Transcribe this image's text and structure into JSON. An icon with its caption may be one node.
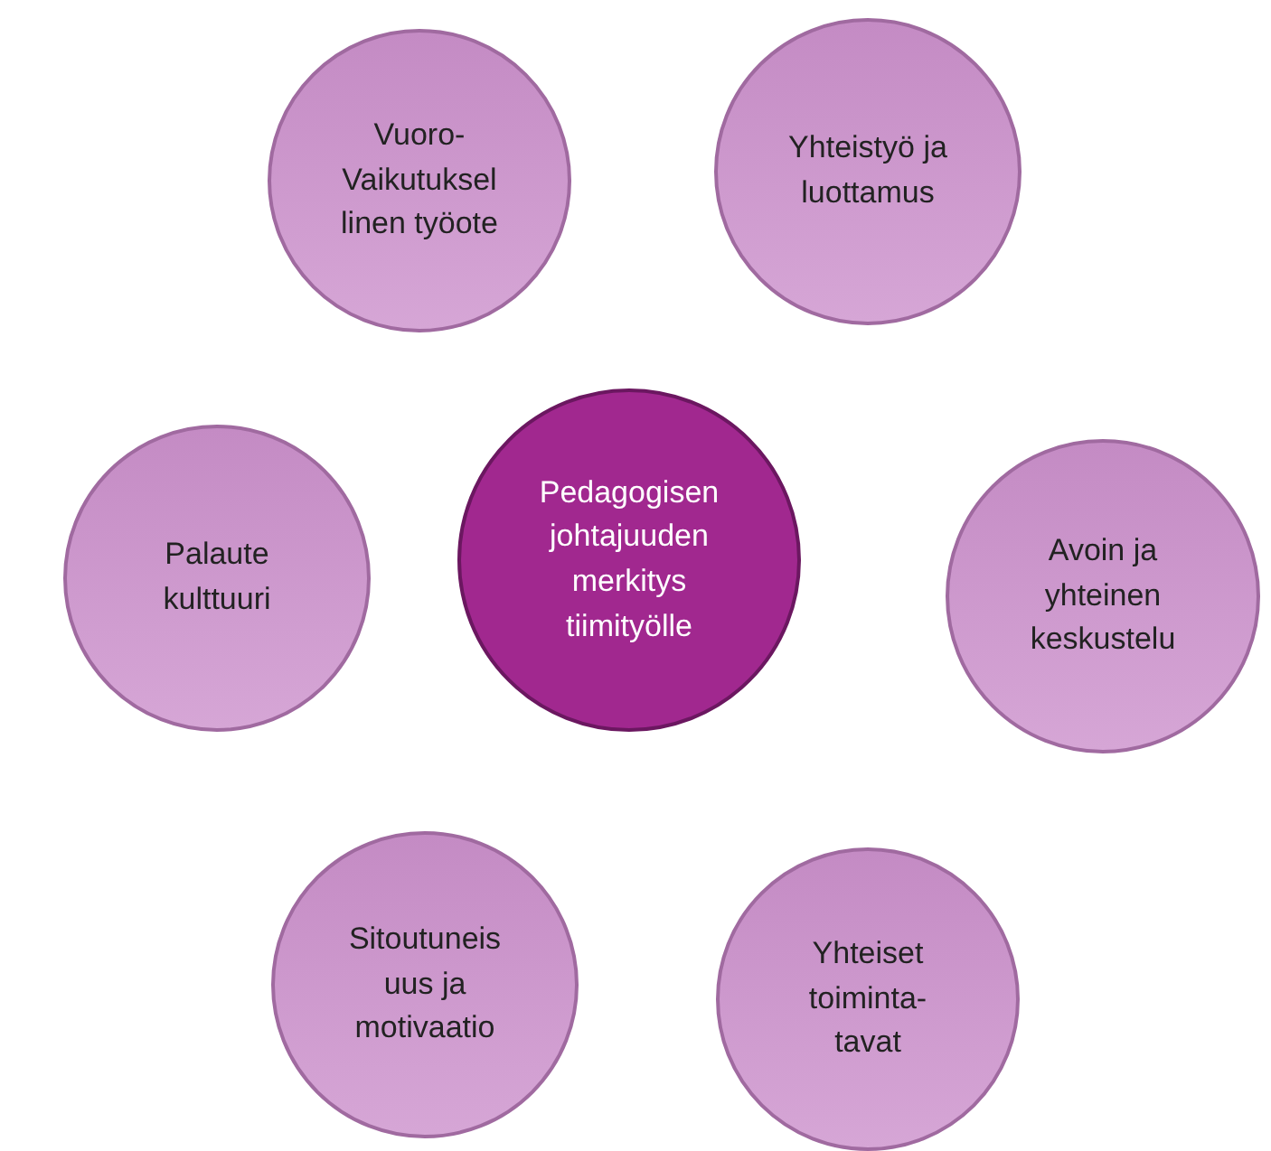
{
  "diagram": {
    "nodes": [
      {
        "text": [
          "Vuoro- Vaikutuksel linen työote"
        ]
      },
      {
        "text": [
          "Yhteistyö ja luottamus"
        ]
      },
      {
        "text": [
          "Palaute kulttuuri"
        ]
      },
      {
        "text": [
          "Pedagogisen johtajuuden merkitys tiimityölle"
        ]
      },
      {
        "text": [
          "Avoin ja yhteinen keskustelu"
        ]
      },
      {
        "text": [
          "Sitoutuneis uus ja motivaatio"
        ]
      },
      {
        "text": [
          "Yhteiset toiminta- tavat"
        ]
      }
    ]
  }
}
